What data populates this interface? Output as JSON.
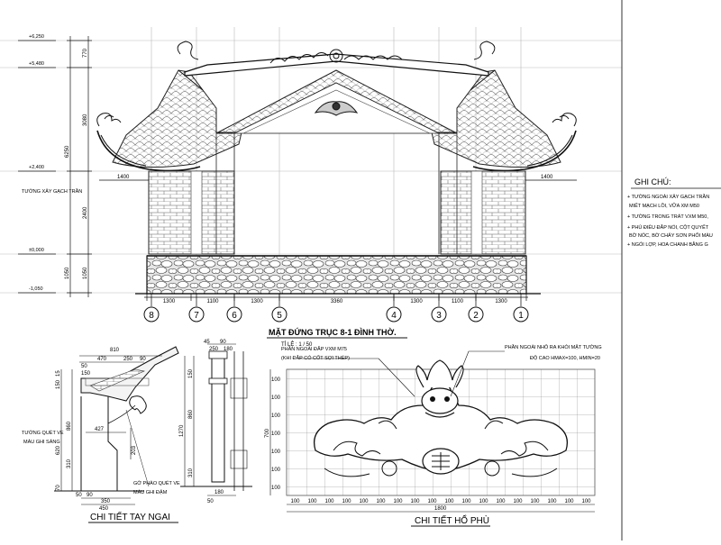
{
  "drawing": {
    "title": "MẶT ĐỨNG TRỤC 8-1 ĐÌNH THỜ.",
    "scale": "TỈ LỆ : 1 / 50",
    "levels": [
      "+6,250",
      "+5,480",
      "+2,400",
      "±0,000",
      "-1,050"
    ],
    "vertical_dims": [
      "770",
      "3080",
      "6250",
      "2400",
      "1050",
      "1050"
    ],
    "eave_dims": [
      "1400",
      "1400"
    ],
    "bottom_dims": [
      "1300",
      "1100",
      "1300",
      "3360",
      "1300",
      "1100",
      "1300"
    ],
    "axes": [
      "8",
      "7",
      "6",
      "5",
      "4",
      "3",
      "2",
      "1"
    ],
    "wall_label": "TƯỜNG XÂY GẠCH TRẦN",
    "notes": {
      "heading": "GHI CHÚ:",
      "lines": [
        "+ TƯỜNG NGOÀI XÂY GẠCH TRẦN",
        "MIẾT MẠCH LỒI, VỮA XM M50",
        "+ TƯỜNG TRONG TRÁT VXM M50,",
        "+ PHÙ ĐIÊU ĐẮP NỔI, CỘT QUYẾT",
        "BỜ NÓC, BỜ CHẢY SƠN PHỐI MÀU",
        "+ NGÓI LỢP, HOA CHANH BẰNG G"
      ]
    },
    "detail_tay_ngai": {
      "title": "CHI TIẾT TAY NGAI",
      "dims_top": [
        "810",
        "470",
        "250",
        "90",
        "50",
        "150"
      ],
      "dims_left": [
        "15",
        "150",
        "860",
        "310",
        "620",
        "70"
      ],
      "dims_inner": [
        "427",
        "203"
      ],
      "dims_bottom": [
        "90",
        "50",
        "350",
        "450"
      ],
      "label_wall": "TƯỜNG QUÉT VE",
      "label_wall2": "MÀU GHI SÁNG",
      "label_cornice": "GỜ PHÀO QUÉT VE",
      "label_cornice2": "MÀU GHI ĐẬM"
    },
    "detail_column": {
      "dims_top": [
        "45",
        "90"
      ],
      "dims_top2": [
        "250",
        "180"
      ],
      "dims_side": [
        "150",
        "860",
        "1270",
        "310"
      ],
      "dims_bottom": [
        "50",
        "180"
      ]
    },
    "detail_ho_phu": {
      "title": "CHI TIẾT HỔ PHÙ",
      "note_left1": "PHẦN NGOÀI ĐẮP VXM M75",
      "note_left2": "(KHI ĐẮP CÓ CỐT SỢI THÉP)",
      "note_right1": "PHẦN NGOÀI NHÔ RA KHỎI MẶT TƯỜNG",
      "note_right2": "ĐỘ CAO HMAX=100, HMIN=20",
      "height_dim": "700",
      "width_dim": "1800",
      "grid_dim": "100"
    }
  }
}
